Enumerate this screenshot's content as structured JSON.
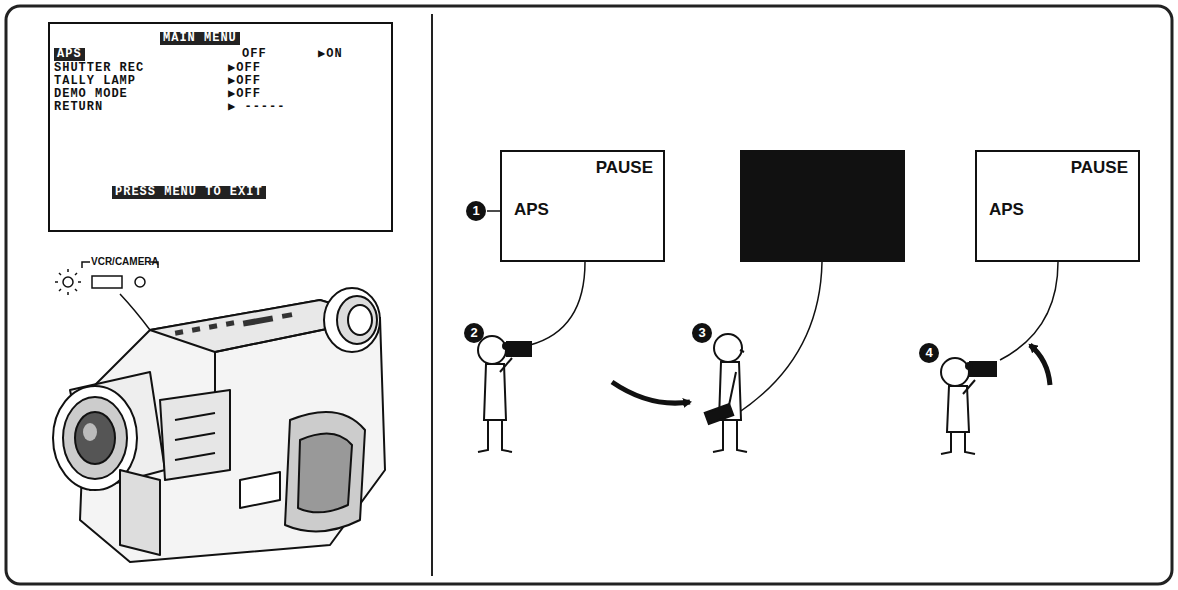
{
  "diagram": {
    "nodes": [
      {
        "text": [
          "MAIN MENU",
          "APS",
          "OFF",
          "▶ON",
          "SHUTTER REC",
          "▶OFF",
          "TALLY LAMP",
          "▶OFF",
          "DEMO MODE",
          "▶OFF",
          "RETURN",
          "▶ -----",
          "PRESS MENU TO EXIT"
        ]
      },
      {
        "text": [
          "PAUSE",
          "APS"
        ]
      },
      {
        "text": [
          "PAUSE",
          "APS"
        ]
      }
    ],
    "labels": [
      "VCR/CAMERA",
      "1",
      "2",
      "3",
      "4"
    ]
  }
}
